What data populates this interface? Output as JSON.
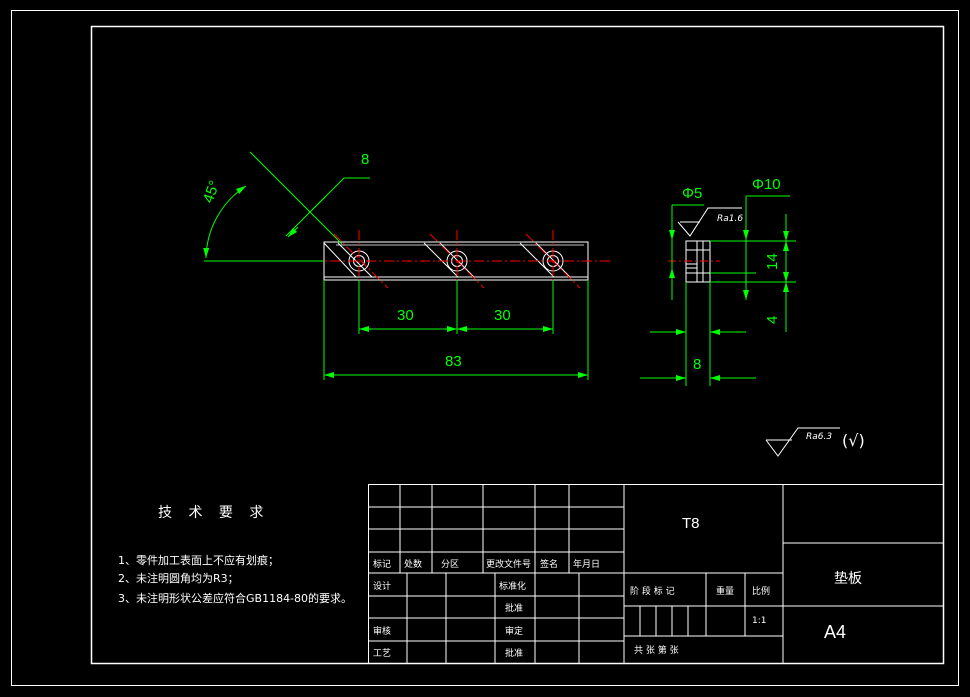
{
  "colors": {
    "background": "#000000",
    "outline": "#ffffff",
    "dimension": "#00ff00",
    "centerline": "#ff0000"
  },
  "dimensions": {
    "angle": "45°",
    "chamfer": "8",
    "spacing_left": "30",
    "spacing_right": "30",
    "length": "83",
    "small_diameter": "Φ5",
    "large_diameter": "Φ10",
    "height": "14",
    "step": "4",
    "thickness": "8"
  },
  "surface_finish": {
    "local": "Ra1.6",
    "general": "Ra6.3",
    "general_suffix": "(√)"
  },
  "technical_requirements": {
    "title": "技 术 要 求",
    "items": [
      "1、零件加工表面上不应有划痕；",
      "2、未注明圆角均为R3；",
      "3、未注明形状公差应符合GB1184-80的要求。"
    ]
  },
  "title_block": {
    "material": "T8",
    "part_name": "垫板",
    "sheet_size": "A4",
    "scale": "1:1",
    "labels": {
      "mark": "标记",
      "count": "处数",
      "zone": "分区",
      "change_doc": "更改文件号",
      "signature": "签名",
      "date": "年月日",
      "designer": "设计",
      "standardization": "标准化",
      "review": "审核",
      "craft": "工艺",
      "approve_a": "批准",
      "approve_b": "审定",
      "approve_c": "批准",
      "stage_mark": "阶 段 标 记",
      "weight": "重量",
      "ratio": "比例",
      "sheets": "共   张  第   张"
    }
  }
}
